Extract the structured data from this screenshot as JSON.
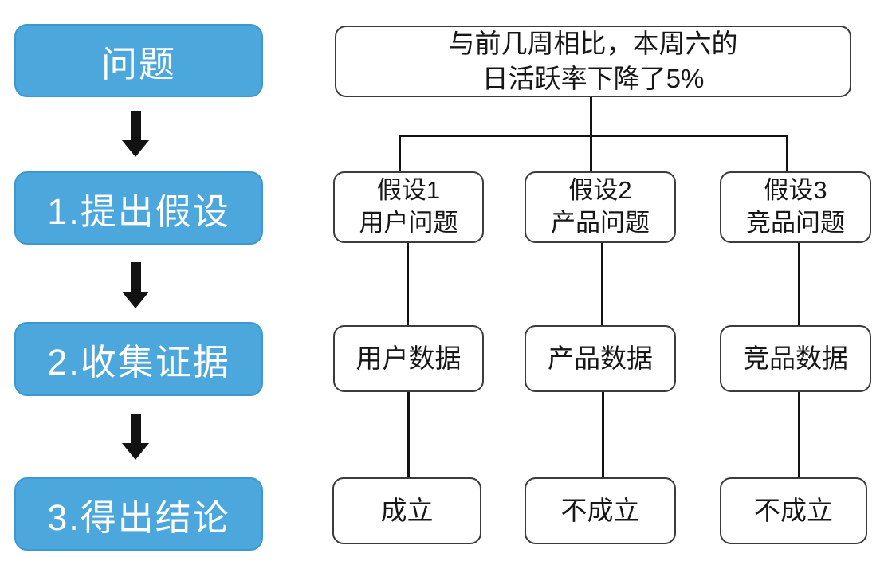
{
  "diagram": {
    "steps": [
      {
        "label": "问题"
      },
      {
        "label": "1.提出假设"
      },
      {
        "label": "2.收集证据"
      },
      {
        "label": "3.得出结论"
      }
    ],
    "problem": {
      "line1": "与前几周相比，本周六的",
      "line2": "日活跃率下降了5%"
    },
    "hypotheses": [
      {
        "line1": "假设1",
        "line2": "用户问题"
      },
      {
        "line1": "假设2",
        "line2": "产品问题"
      },
      {
        "line1": "假设3",
        "line2": "竞品问题"
      }
    ],
    "evidence": [
      "用户数据",
      "产品数据",
      "竞品数据"
    ],
    "conclusions": [
      "成立",
      "不成立",
      "不成立"
    ],
    "colors": {
      "step_fill": "#4ba7dc",
      "step_border": "#3d98cf",
      "step_text": "#ffffff",
      "node_border": "#3b3b3b",
      "node_fill": "#ffffff",
      "node_text": "#161616",
      "connector": "#121212"
    }
  }
}
